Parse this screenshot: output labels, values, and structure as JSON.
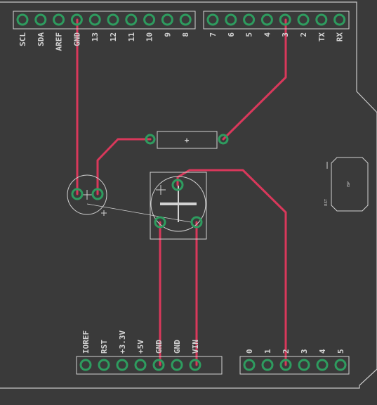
{
  "header_top_left": {
    "pins": [
      "SCL",
      "SDA",
      "AREF",
      "GND",
      "13",
      "12",
      "11",
      "10",
      "9",
      "8"
    ]
  },
  "header_top_right": {
    "pins": [
      "7",
      "6",
      "5",
      "4",
      "3",
      "2",
      "TX",
      "RX"
    ]
  },
  "header_bottom_left": {
    "pins": [
      "IOREF",
      "RST",
      "+3.3V",
      "+5V",
      "GND",
      "GND",
      "VIN"
    ]
  },
  "header_bottom_right": {
    "pins": [
      "0",
      "1",
      "2",
      "3",
      "4",
      "5"
    ]
  },
  "resistor_mark": "+",
  "icsp": {
    "label": "ISP",
    "side_label": "RST"
  },
  "colors": {
    "board": "#3a3a3a",
    "silkscreen": "#d2d2d2",
    "trace": "#d9385b",
    "pad": "#2e9c5f"
  }
}
